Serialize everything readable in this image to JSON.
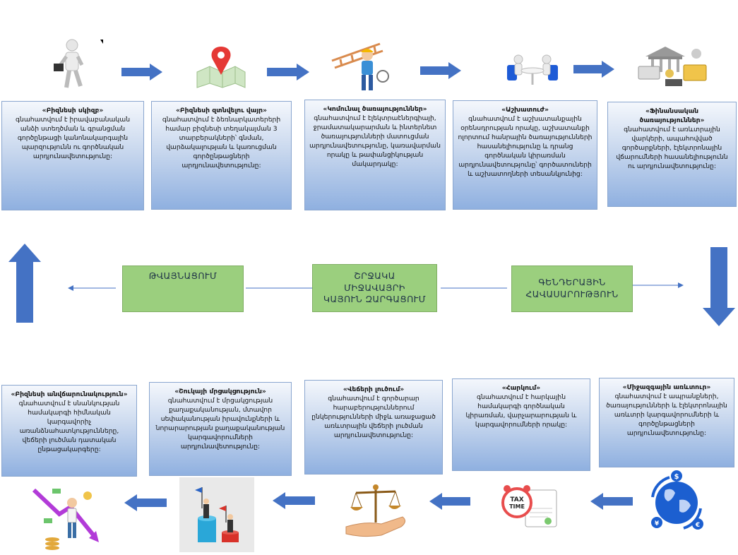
{
  "top_row": [
    {
      "title": "«Բիզնեսի սկիզբ»",
      "text": "գնահատվում է իրավաբանական անձի ստեղծման և գրանցման գործընթացի կանոնակարգային պարզությունն ու գործնական արդյունավետությունը:"
    },
    {
      "title": "«Բիզնեսի զտնվելու վայր»",
      "text": "գնահատվում է ձեռնարկատերերի համար բիզնեսի տեղակայման 3 տարբերակների՝ գնման, վարձակալության և կառուցման գործընթացների արդյունավետությունը:"
    },
    {
      "title": "«Կոմունալ ծառայություններ»",
      "text": "գնահատվում է էլեկտրաէներգիայի, ջրամատակարարման և ինտերնետ ծառայությունների մատուցման արդյունավետությունը, կառավարման որակը և թափանցիկության մակարդակը:"
    },
    {
      "title": "«Աշխատուժ»",
      "text": "գնահատվում է աշխատանքային օրենսդրության որակը, աշխատանքի ոլորտում հանրային ծառայությունների հասանելիությունը և դրանց գործնական կիրառման արդյունավետությունը՝ գործատուների և աշխատողների տեսանկյունից:"
    },
    {
      "title": "«Ֆինանսական ծառայություններ»",
      "text": "գնահատվում է առևտրային վարկերի, ապահովված գործարքների, էլեկտրոնային վճարումների հասանելիությունն ու արդյունավետությունը:"
    }
  ],
  "middle": {
    "left_label": "ԹՎԱՅՆԱՑՈՒՄ",
    "center_label": "ՇՐՋԱԿԱ\nՄԻՋԱՎԱՅՐԻ\nԿԱՅՈՒՆ ԶԱՐԳԱՑՈՒՄ",
    "right_label": "ԳԵՆԴԵՐԱՅԻՆ\nՀԱՎԱՍԱՐՈՒԹՅՈՒՆ"
  },
  "bottom_row": [
    {
      "title": "«Բիզնեսի անվճարունակություն»",
      "text": "գնահատվում է սնանկության համակարգի հիմնական կարգավորիչ առանձնահատկությունները, վեճերի լուծման դատական ընթացակարգերը:"
    },
    {
      "title": "«Շուկայի մրցակցություն»",
      "text": "գնահատվում է մրցակցության քաղաքականության, մտավոր սեփականության իրավունքների և նորարարության քաղաքականության կարգավորումների արդյունավետությունը:"
    },
    {
      "title": "«Վեճերի լուծում»",
      "text": "գնահատվում է գործարար հարաբերություններում ընկերությունների միջև առաջացած առևտրային վեճերի լուծման արդյունավետությունը:"
    },
    {
      "title": "«Հարկում»",
      "text": "գնահատվում է հարկային համակարգի գործնական կիրառման, վարչարարության և կարգավորումների որակը:"
    },
    {
      "title": "«Միջազգային առևտուր»",
      "text": "գնահատվում է ապրանքների, ծառայությունների և էլեկտրոնային առևտրի կարգավորումների և գործընթացների արդյունավետությունը:"
    }
  ],
  "icons": {
    "top": [
      "businessman-icon",
      "map-pin-icon",
      "worker-ladder-icon",
      "meeting-icon",
      "finance-icon"
    ],
    "bottom": [
      "bankruptcy-icon",
      "competition-icon",
      "justice-scale-icon",
      "tax-time-icon",
      "globe-trade-icon"
    ]
  },
  "colors": {
    "arrow": "#4472c4",
    "box_border": "#8aa6cf",
    "green": "#9bcf7e"
  }
}
